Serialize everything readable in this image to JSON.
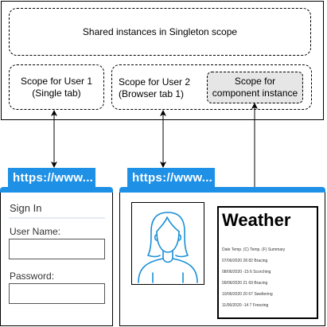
{
  "diagram": {
    "shared_box": {
      "label": "Shared instances in Singleton scope"
    },
    "user1_scope": {
      "label": "Scope for User 1\n(Single tab)"
    },
    "user2_scope": {
      "label": "Scope for User 2\n(Browser tab 1)"
    },
    "component_scope": {
      "label": "Scope for\ncomponent instance"
    }
  },
  "left_browser": {
    "tab_url": "https://www...",
    "form": {
      "title": "Sign In",
      "username_label": "User Name:",
      "username_value": "",
      "password_label": "Password:",
      "password_value": ""
    }
  },
  "right_browser": {
    "tab_url": "https://www...",
    "avatar": {
      "icon": "woman-avatar-icon"
    },
    "weather": {
      "title": "Weather",
      "header": "Date Temp. (C) Temp. (F) Summary",
      "rows": [
        "07/06/2020 28 82 Bracing",
        "08/06/2020 -15 6 Scorching",
        "09/06/2020 21 69 Bracing",
        "10/06/2020 20 67 Sweltering",
        "11/06/2020 -14 7 Freezing"
      ]
    }
  },
  "colors": {
    "tab_blue": "#1e90e6",
    "component_fill": "#e6e6e6",
    "avatar_stroke": "#1a8fd6"
  }
}
